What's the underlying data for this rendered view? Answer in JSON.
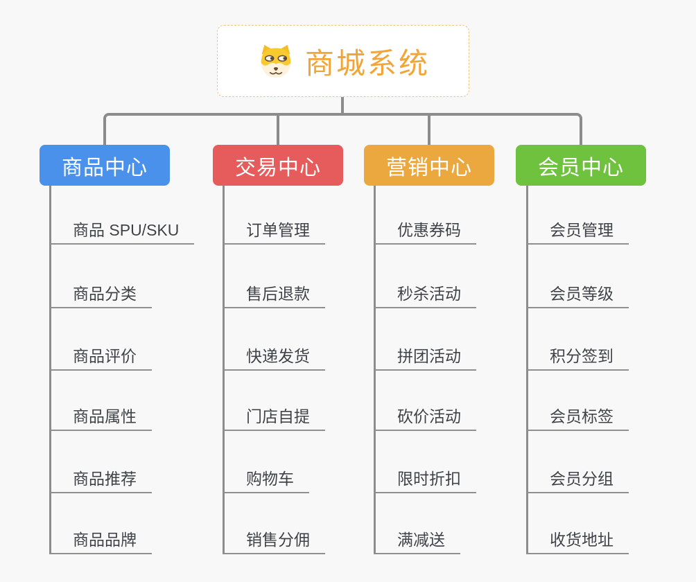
{
  "canvas": {
    "background": "#f8f8f8",
    "connector_color": "#8c8c8c",
    "leaf_line_color": "#8f8f8f"
  },
  "root": {
    "title": "商城系统",
    "icon": "dog-face-icon",
    "text_color": "#f0a53a",
    "border_color": "#efc67f"
  },
  "branches": [
    {
      "label": "商品中心",
      "color": "#4a91ec",
      "children": [
        "商品 SPU/SKU",
        "商品分类",
        "商品评价",
        "商品属性",
        "商品推荐",
        "商品品牌"
      ]
    },
    {
      "label": "交易中心",
      "color": "#e65c5c",
      "children": [
        "订单管理",
        "售后退款",
        "快递发货",
        "门店自提",
        "购物车",
        "销售分佣"
      ]
    },
    {
      "label": "营销中心",
      "color": "#eaa83e",
      "children": [
        "优惠券码",
        "秒杀活动",
        "拼团活动",
        "砍价活动",
        "限时折扣",
        "满减送"
      ]
    },
    {
      "label": "会员中心",
      "color": "#6fc23d",
      "children": [
        "会员管理",
        "会员等级",
        "积分签到",
        "会员标签",
        "会员分组",
        "收货地址"
      ]
    }
  ]
}
